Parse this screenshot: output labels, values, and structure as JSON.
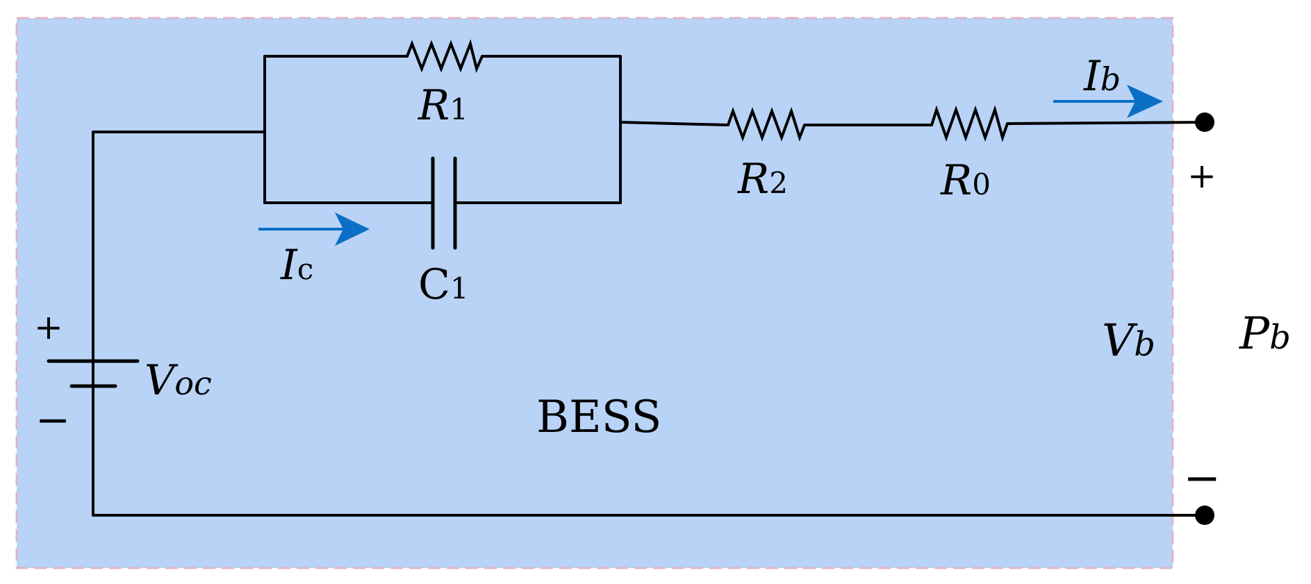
{
  "block": {
    "name": "BESS",
    "fill_color": "#B8D3F6",
    "border_color": "#E1B4C6"
  },
  "arrow_color": "#0A6FC5",
  "components": {
    "r1": {
      "main": "R",
      "sub": "1"
    },
    "c1": {
      "main": "C",
      "sub": "1"
    },
    "r2": {
      "main": "R",
      "sub": "2"
    },
    "r0": {
      "main": "R",
      "sub": "0"
    },
    "voc": {
      "main": "V",
      "sub": "oc"
    }
  },
  "currents": {
    "ic": {
      "main": "I",
      "sub": "c"
    },
    "ib": {
      "main": "I",
      "sub": "b"
    }
  },
  "terminals": {
    "vb": {
      "main": "V",
      "sub": "b"
    },
    "pb": {
      "main": "P",
      "sub": "b"
    },
    "plus": "+",
    "minus": "−"
  },
  "source": {
    "plus": "+",
    "minus": "−"
  }
}
